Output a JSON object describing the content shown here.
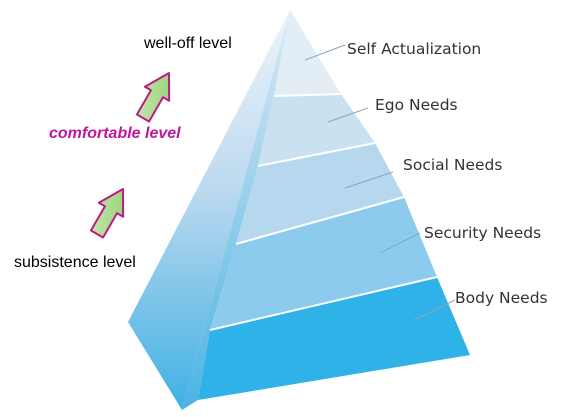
{
  "pyramid": {
    "levels": [
      {
        "label": "Self Actualization"
      },
      {
        "label": "Ego Needs"
      },
      {
        "label": "Social Needs"
      },
      {
        "label": "Security Needs"
      },
      {
        "label": "Body Needs"
      }
    ]
  },
  "lifestyle_levels": {
    "top": "well-off level",
    "middle": "comfortable level",
    "bottom": "subsistence level"
  },
  "colors": {
    "middle_label": "#c0169a",
    "arrow_fill": "#9fd37f",
    "arrow_edge": "#b81d86",
    "pyramid_top": "#eaf2f9",
    "pyramid_bottom": "#2fb2e8"
  }
}
